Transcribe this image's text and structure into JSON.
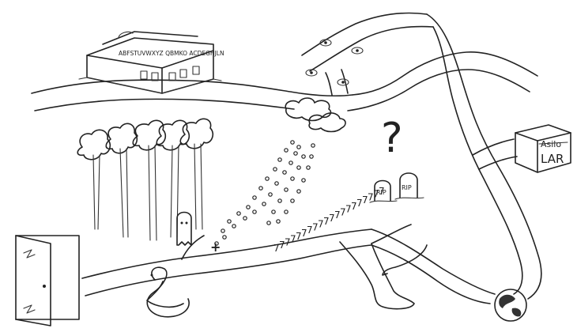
{
  "school": {
    "letters": "ABFSTUVWXYZ QBMKO ACDEGHJLN"
  },
  "asylum_sign": {
    "crossed_word": "Asilo",
    "word": "LAR"
  },
  "graves": [
    {
      "text": "RIP"
    },
    {
      "text": "RIP"
    }
  ],
  "question_mark": "?",
  "cross_mark": "+",
  "path_sevens": [
    "7",
    "7",
    "7",
    "7",
    "7",
    "7",
    "7",
    "7",
    "7",
    "7",
    "7",
    "7",
    "7",
    "7",
    "7",
    "7",
    "7",
    "7",
    "7",
    "7"
  ]
}
